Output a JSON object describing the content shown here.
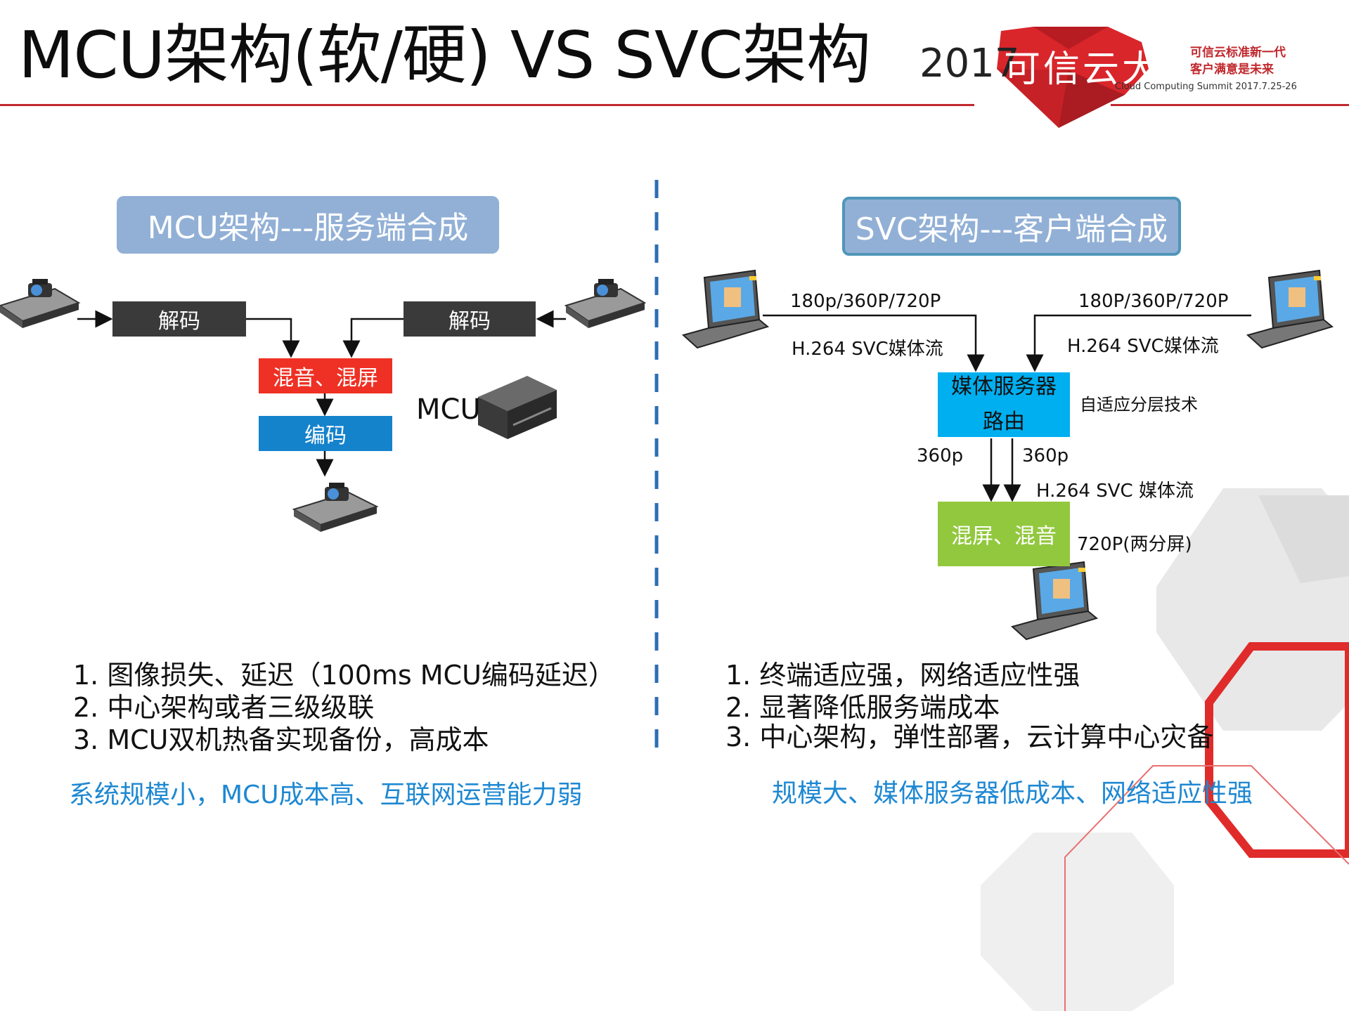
{
  "title": "MCU架构(软/硬) VS SVC架构",
  "logo": {
    "year": "2017",
    "name": "可信云大会",
    "slogan_line1": "可信云标准新一代",
    "slogan_line2": "客户满意是未来",
    "subtitle": "Cloud Computing Summit 2017.7.25-26"
  },
  "mcu": {
    "header": "MCU架构---服务端合成",
    "decode_left": "解码",
    "decode_right": "解码",
    "mix": "混音、混屏",
    "encode": "编码",
    "server_label": "MCU",
    "points": [
      "1.  图像损失、延迟（100ms MCU编码延迟）",
      "2.  中心架构或者三级级联",
      "3.  MCU双机热备实现备份，高成本"
    ],
    "summary": "系统规模小，MCU成本高、互联网运营能力弱"
  },
  "svc": {
    "header": "SVC架构---客户端合成",
    "res_left": "180p/360P/720P",
    "stream_left": "H.264 SVC媒体流",
    "res_right": "180P/360P/720P",
    "stream_right": "H.264 SVC媒体流",
    "server_line1": "媒体服务器",
    "server_line2": "路由",
    "adaptive_label": "自适应分层技术",
    "down_left": "360p",
    "down_right": "360p",
    "stream_down": "H.264 SVC 媒体流",
    "mix": "混屏、混音",
    "output": "720P(两分屏)",
    "points": [
      "1.  终端适应强，网络适应性强",
      "2.  显著降低服务端成本",
      "3.  中心架构，弹性部署，云计算中心灾备"
    ],
    "summary": "规模大、媒体服务器低成本、网络适应性强"
  },
  "colors": {
    "brand_red": "#c0282d",
    "header_fill": "#92b0d6",
    "decode_fill": "#3a3a3a",
    "mix_fill": "#ee3124",
    "encode_fill": "#1582cc",
    "server_fill": "#00aff0",
    "svc_mix_fill": "#92c83e",
    "summary_blue": "#1e88d2",
    "divider_blue": "#2e6db5"
  }
}
